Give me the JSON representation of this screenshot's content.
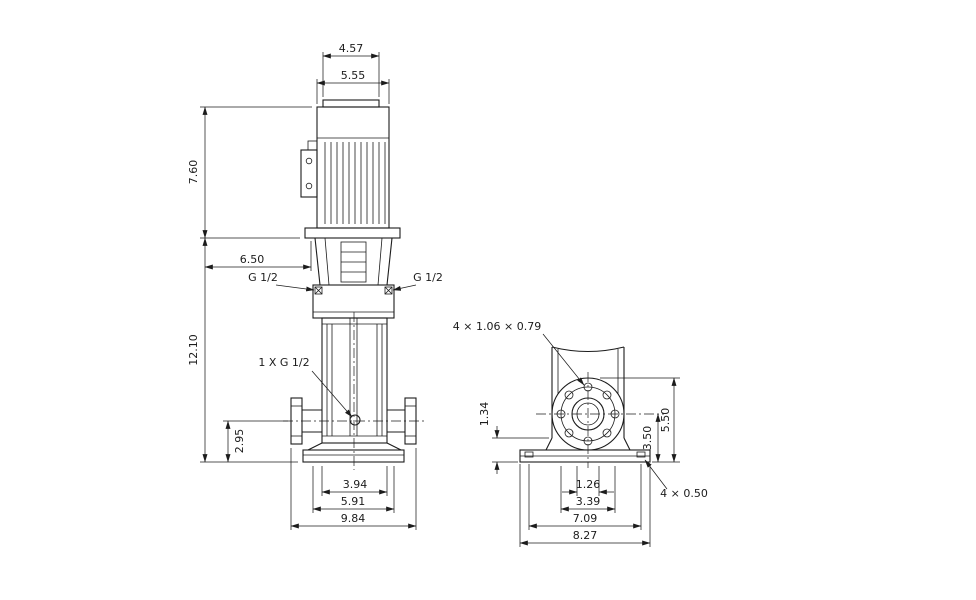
{
  "colors": {
    "line": "#1c1c1c",
    "background": "#ffffff"
  },
  "front_view": {
    "dim_fan_cover_width": "4.57",
    "dim_motor_width": "5.55",
    "dim_motor_height": "7.60",
    "dim_head_length": "6.50",
    "port_left_label": "G 1/2",
    "port_right_label": "G 1/2",
    "dim_pump_height": "12.10",
    "drain_port_label": "1 X G 1/2",
    "dim_port_centerline_height": "2.95",
    "dim_column_width": "3.94",
    "dim_head_width": "5.91",
    "dim_overall_width": "9.84"
  },
  "end_view": {
    "flange_holes_label": "4 × 1.06 × 0.79",
    "dim_foot_height": "1.34",
    "dim_port_centerline_height": "3.50",
    "dim_flange_top_height": "5.50",
    "dim_bore_width": "1.26",
    "dim_bolt_circle_width": "3.39",
    "dim_base_hole_spacing": "7.09",
    "dim_base_length": "8.27",
    "base_holes_label": "4 × 0.50"
  }
}
